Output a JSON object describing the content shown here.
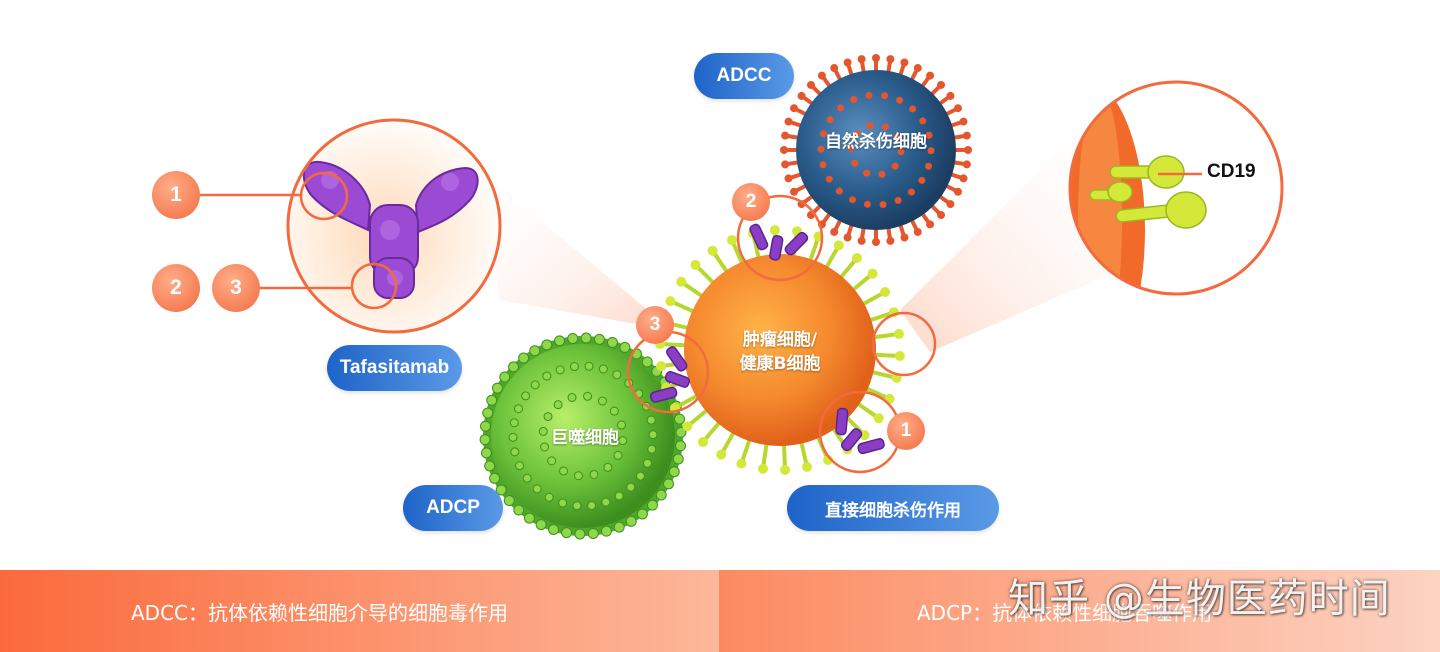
{
  "colors": {
    "accent_orange": "#f26a3e",
    "pill_blue": "#1e63c8",
    "tumor": "#f5892e",
    "macrophage": "#6cc23a",
    "nk_cell": "#2a5d8c",
    "antibody": "#8a3ec4",
    "cd19": "#c8e22a"
  },
  "labels": {
    "antibody_name": "Tafasitamab",
    "adcc": "ADCC",
    "adcp": "ADCP",
    "direct_killing": "直接细胞杀伤作用",
    "cd19": "CD19"
  },
  "cells": {
    "nk": "自然杀伤细胞",
    "tumor_line1": "肿瘤细胞/",
    "tumor_line2": "健康B细胞",
    "macrophage": "巨噬细胞"
  },
  "numbers": {
    "one": "1",
    "two": "2",
    "three": "3"
  },
  "footer": {
    "left": "ADCC：抗体依赖性细胞介导的细胞毒作用",
    "right": "ADCP：抗体依赖性细胞吞噬作用"
  },
  "watermark": "知乎 @生物医药时间"
}
